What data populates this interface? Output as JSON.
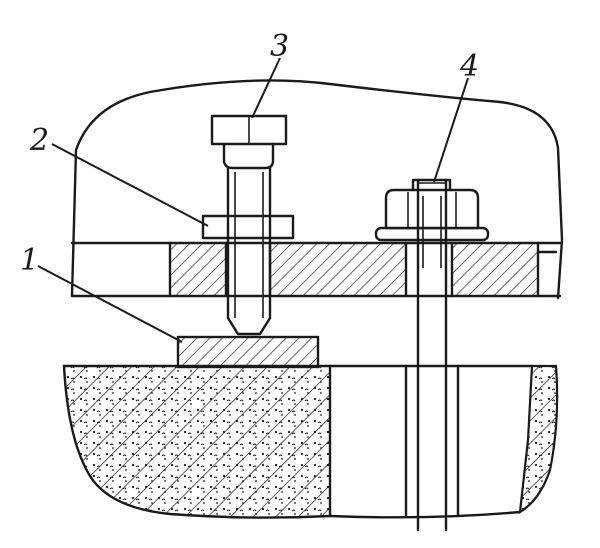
{
  "callouts": [
    {
      "id": "1",
      "label": "1"
    },
    {
      "id": "2",
      "label": "2"
    },
    {
      "id": "3",
      "label": "3"
    },
    {
      "id": "4",
      "label": "4"
    }
  ],
  "colors": {
    "ink": "#1a1a1a",
    "paper": "#ffffff"
  }
}
